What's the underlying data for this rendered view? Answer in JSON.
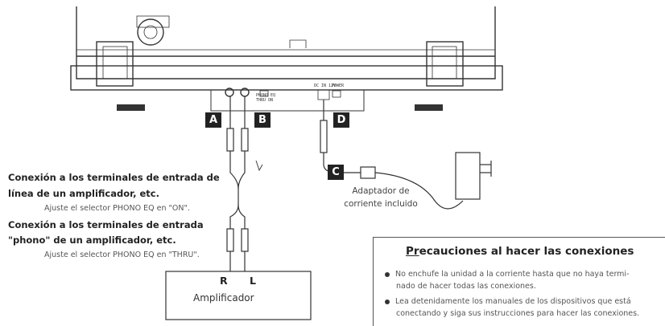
{
  "badges": {
    "a": "A",
    "b": "B",
    "c": "C",
    "d": "D"
  },
  "rear_panel": {
    "phono_eq_label_1": "PHONO EQ",
    "phono_eq_label_2": "THRU   ON",
    "dc_in_label": "DC IN 12V",
    "power_label": "POWER"
  },
  "left_text": {
    "heading1_line1": "Conexión a los terminales de entrada de",
    "heading1_line2": "línea de un amplificador, etc.",
    "note1": "Ajuste el selector PHONO EQ en \"ON\".",
    "heading2_line1": "Conexión a los terminales de entrada",
    "heading2_line2": "\"phono\" de un amplificador, etc.",
    "note2": "Ajuste el selector PHONO EQ en \"THRU\"."
  },
  "adapter_caption_line1": "Adaptador de",
  "adapter_caption_line2": "corriente incluido",
  "amplifier": {
    "label": "Amplificador",
    "r_label": "R",
    "l_label": "L"
  },
  "precautions": {
    "title_prefix": "Pr",
    "title_rest": "ecauciones al hacer las conexiones",
    "item1_line1": "No enchufe la unidad a la corriente hasta que no haya termi-",
    "item1_line2": "nado de hacer todas las conexiones.",
    "item2_line1": "Lea detenidamente los manuales de los dispositivos que está",
    "item2_line2": "conectando y siga sus instrucciones para hacer las conexiones."
  },
  "colors": {
    "line": "#333333",
    "badge_bg": "#222222",
    "text_muted": "#555555"
  }
}
